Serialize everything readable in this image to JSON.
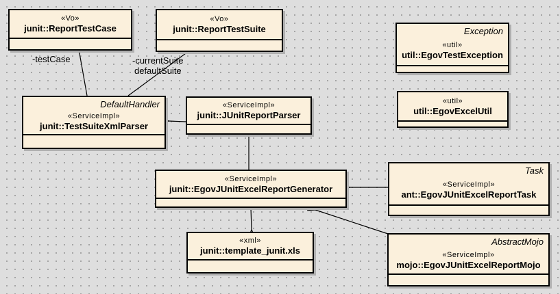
{
  "diagram": {
    "colors": {
      "canvas_background": "#dedede",
      "grid_dot": "#9f9f9f",
      "node_fill": "#fbf0dc",
      "node_border": "#000000",
      "node_shadow": "#b0b0b0",
      "edge": "#000000"
    },
    "classes": [
      {
        "stereotype": "«Vo»",
        "name": "junit::ReportTestCase"
      },
      {
        "stereotype": "«Vo»",
        "name": "junit::ReportTestSuite"
      },
      {
        "parent": "Exception",
        "stereotype": "«util»",
        "name": "util::EgovTestException"
      },
      {
        "stereotype": "«util»",
        "name": "util::EgovExcelUtil"
      },
      {
        "parent": "DefaultHandler",
        "stereotype": "«ServiceImpl»",
        "name": "junit::TestSuiteXmlParser"
      },
      {
        "stereotype": "«ServiceImpl»",
        "name": "junit::JUnitReportParser"
      },
      {
        "stereotype": "«ServiceImpl»",
        "name": "junit::EgovJUnitExcelReportGenerator"
      },
      {
        "parent": "Task",
        "stereotype": "«ServiceImpl»",
        "name": "ant::EgovJUnitExcelReportTask"
      },
      {
        "stereotype": "«xml»",
        "name": "junit::template_junit.xls"
      },
      {
        "parent": "AbstractMojo",
        "stereotype": "«ServiceImpl»",
        "name": "mojo::EgovJUnitExcelReportMojo"
      }
    ],
    "edge_labels": {
      "test_case": "-testCase",
      "current_suite": "-currentSuite",
      "default_suite": "defaultSuite"
    },
    "edges": [
      {
        "from": "junit::TestSuiteXmlParser",
        "to": "junit::ReportTestCase"
      },
      {
        "from": "junit::TestSuiteXmlParser",
        "to": "junit::ReportTestSuite"
      },
      {
        "from": "junit::JUnitReportParser",
        "to": "junit::TestSuiteXmlParser"
      },
      {
        "from": "junit::EgovJUnitExcelReportGenerator",
        "to": "junit::JUnitReportParser"
      },
      {
        "from": "ant::EgovJUnitExcelReportTask",
        "to": "junit::EgovJUnitExcelReportGenerator"
      },
      {
        "from": "mojo::EgovJUnitExcelReportMojo",
        "to": "junit::EgovJUnitExcelReportGenerator"
      },
      {
        "from": "junit::EgovJUnitExcelReportGenerator",
        "to": "junit::template_junit.xls"
      }
    ]
  }
}
